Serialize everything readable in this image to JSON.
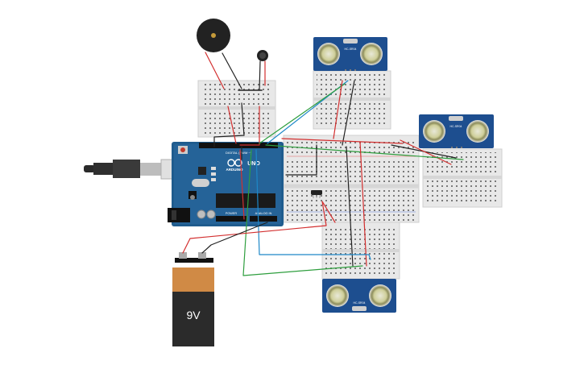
{
  "labels": {
    "arduino_brand": "ARDUINO",
    "arduino_model": "UNO",
    "digital_header": "DIGITAL (PWM ~)",
    "power_header": "POWER",
    "analog_header": "ANALOG IN",
    "battery_voltage": "9V",
    "sensor_model": "HC-SR04"
  },
  "colors": {
    "wire_red": "#d32f2f",
    "wire_black": "#222222",
    "wire_green": "#2e9e3e",
    "wire_blue": "#1e88c8",
    "board_blue": "#1f5c8e",
    "sensor_blue": "#1d4e8f",
    "battery_orange": "#d08a45",
    "battery_body": "#2b2b2b"
  },
  "icons": {
    "buzzer": "piezo-buzzer-icon",
    "vibration_motor": "vibration-motor-icon",
    "usb_cable": "usb-cable-icon"
  }
}
